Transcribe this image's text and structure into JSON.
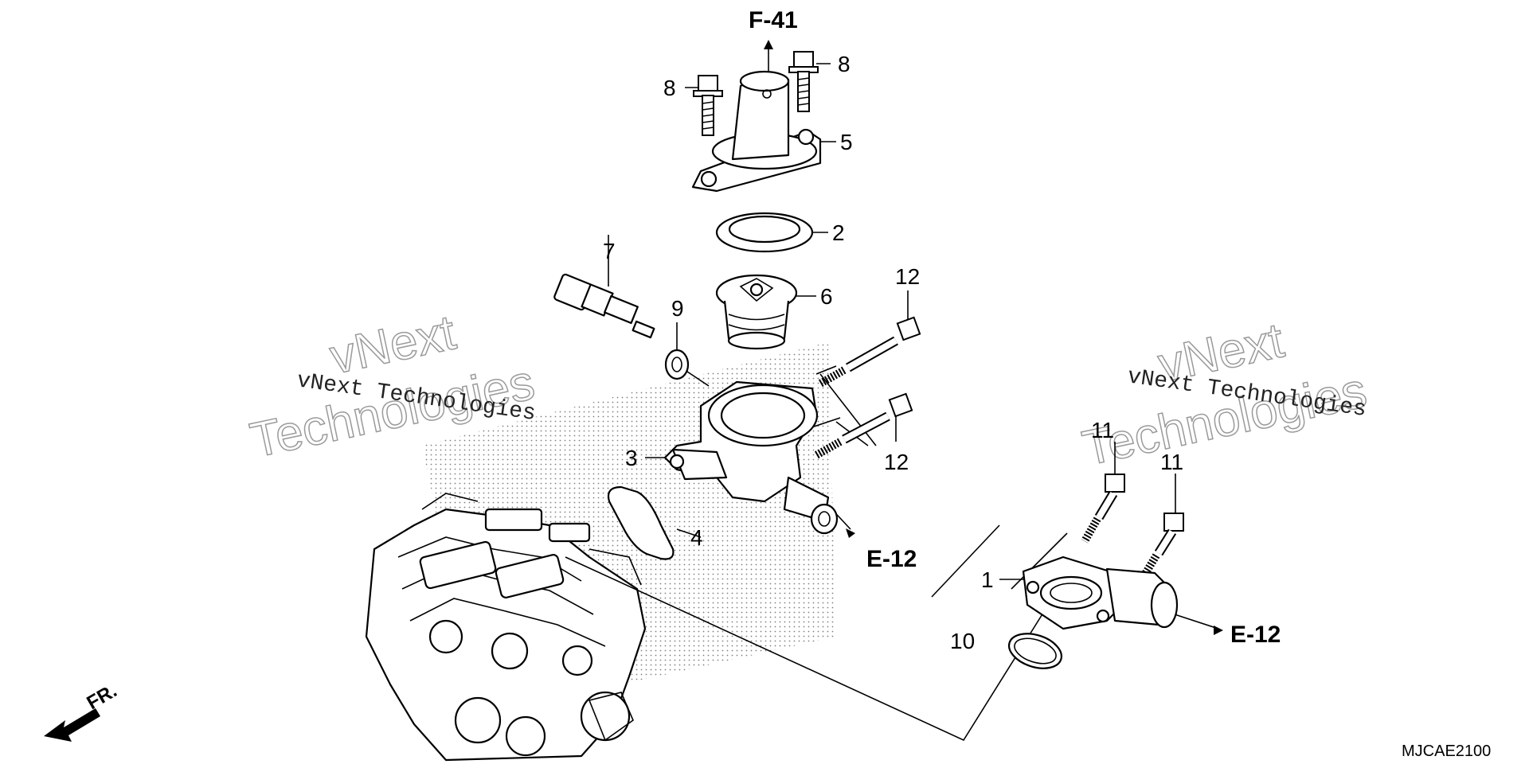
{
  "callouts": {
    "c1": "1",
    "c2": "2",
    "c3": "3",
    "c4": "4",
    "c5": "5",
    "c6": "6",
    "c7": "7",
    "c8a": "8",
    "c8b": "8",
    "c9": "9",
    "c10": "10",
    "c11a": "11",
    "c11b": "11",
    "c12a": "12",
    "c12b": "12"
  },
  "refs": {
    "top": "F-41",
    "hose_mid": "E-12",
    "hose_right": "E-12"
  },
  "watermark": {
    "name": "vNext Technologies",
    "line1": "vNext",
    "line2": "Technologies"
  },
  "front_label": "FR.",
  "diagram_code": "MJCAE2100"
}
